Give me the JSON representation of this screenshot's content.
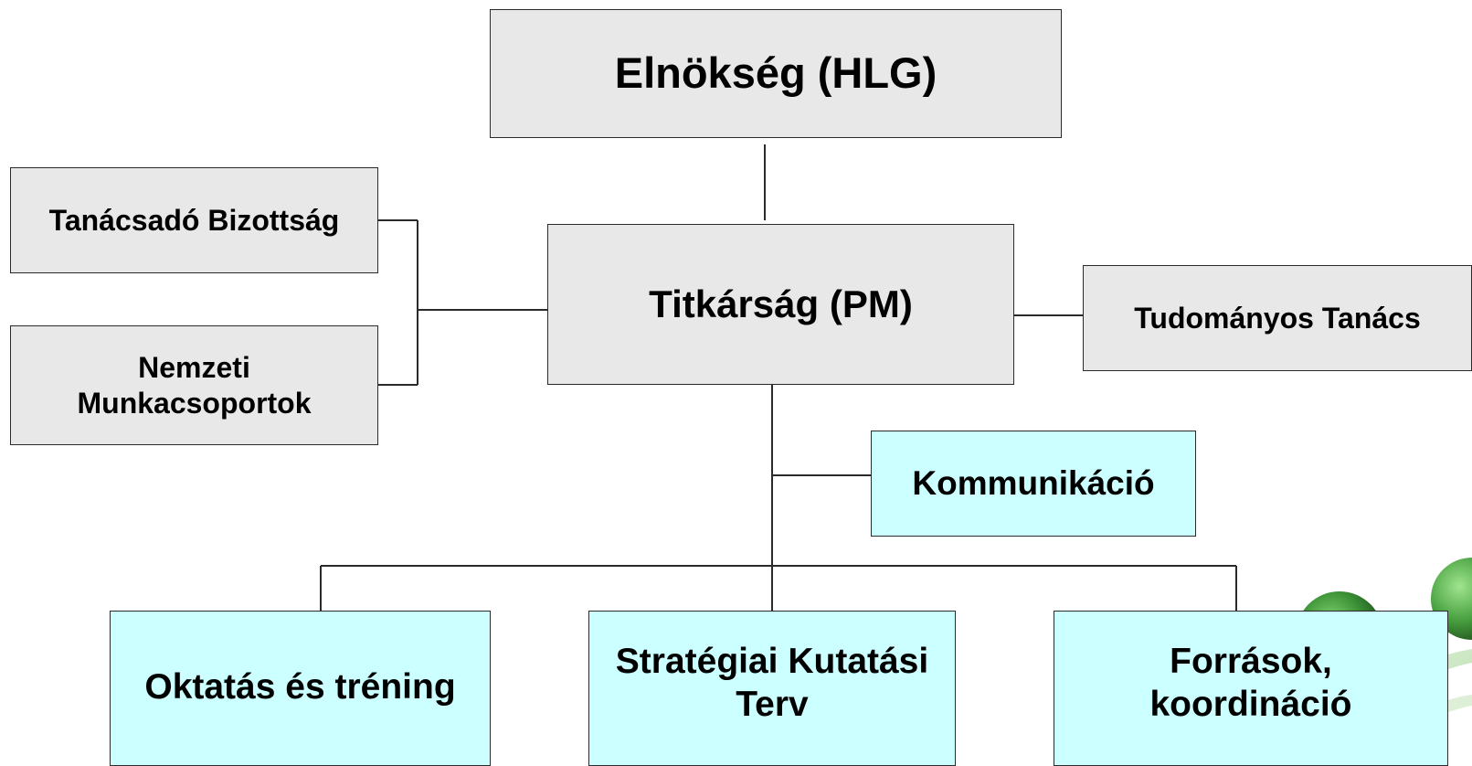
{
  "nodes": {
    "elnokseg": "Elnökség (HLG)",
    "titkarsag": "Titkárság (PM)",
    "tanacsado": "Tanácsadó Bizottság",
    "nemzeti": "Nemzeti Munkacsoportok",
    "tudomanyos": "Tudományos Tanács",
    "kommunikacio": "Kommunikáció",
    "oktatas": "Oktatás és tréning",
    "strategiai": "Stratégiai Kutatási Terv",
    "forrasok": "Források, koordináció"
  },
  "colors": {
    "management_fill": "#e8e8e8",
    "workgroup_fill": "#ccffff",
    "border": "#2b2b2b"
  },
  "decoration": "green-sphere-ornament"
}
